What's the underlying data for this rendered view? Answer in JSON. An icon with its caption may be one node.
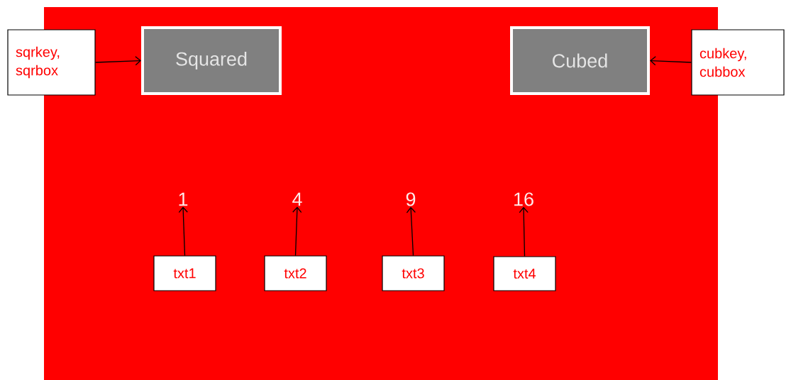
{
  "diagram": {
    "nodes": [
      {
        "text": [
          "sqrkey, sqrbox"
        ]
      },
      {
        "text": [
          "Squared"
        ]
      },
      {
        "text": [
          "Cubed"
        ]
      },
      {
        "text": [
          "cubkey, cubbox"
        ]
      },
      {
        "text": [
          "1"
        ]
      },
      {
        "text": [
          "4"
        ]
      },
      {
        "text": [
          "9"
        ]
      },
      {
        "text": [
          "16"
        ]
      },
      {
        "text": [
          "txt1"
        ]
      },
      {
        "text": [
          "txt2"
        ]
      },
      {
        "text": [
          "txt3"
        ]
      },
      {
        "text": [
          "txt4"
        ]
      }
    ],
    "edges": [
      {
        "from": 0,
        "to": 1,
        "arrow": "to"
      },
      {
        "from": 3,
        "to": 2,
        "arrow": "to"
      },
      {
        "from": 8,
        "to": 4,
        "arrow": "to"
      },
      {
        "from": 9,
        "to": 5,
        "arrow": "to"
      },
      {
        "from": 10,
        "to": 6,
        "arrow": "to"
      },
      {
        "from": 11,
        "to": 7,
        "arrow": "to"
      }
    ]
  }
}
